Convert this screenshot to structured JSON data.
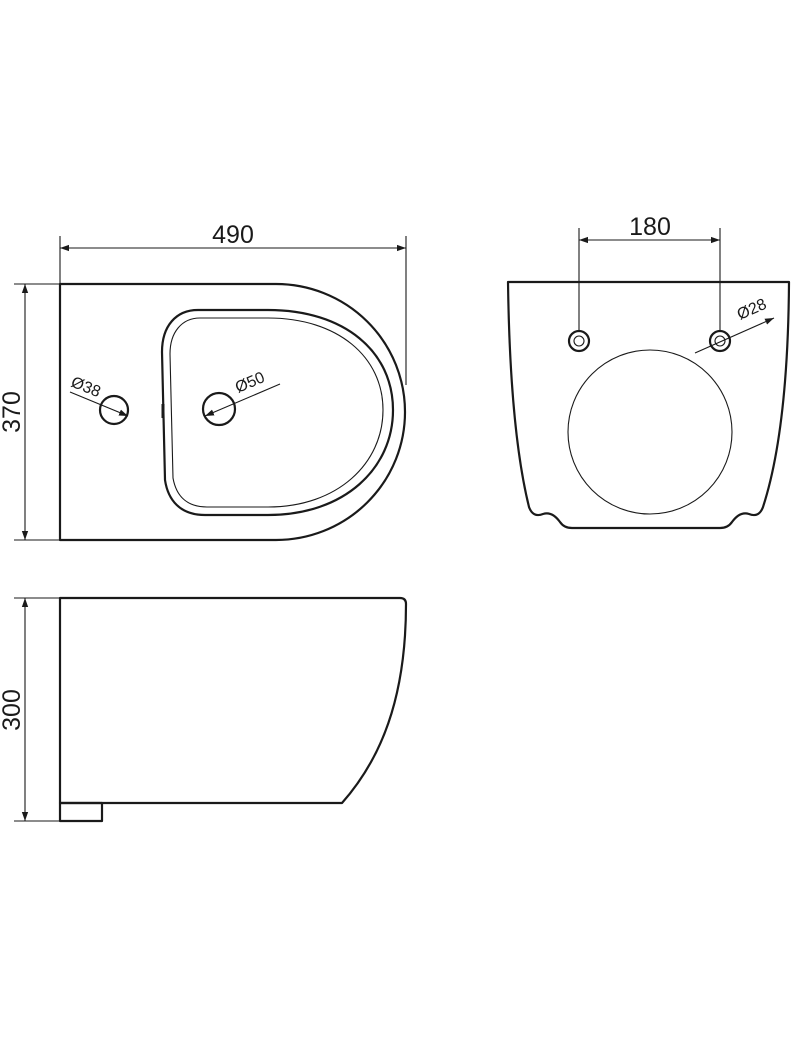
{
  "top_view": {
    "width_label": "490",
    "depth_label": "370",
    "tap_hole_label": "Ø38",
    "drain_label": "Ø50"
  },
  "rear_view": {
    "bolt_spacing_label": "180",
    "bolt_hole_label": "Ø28"
  },
  "side_view": {
    "height_label": "300"
  }
}
